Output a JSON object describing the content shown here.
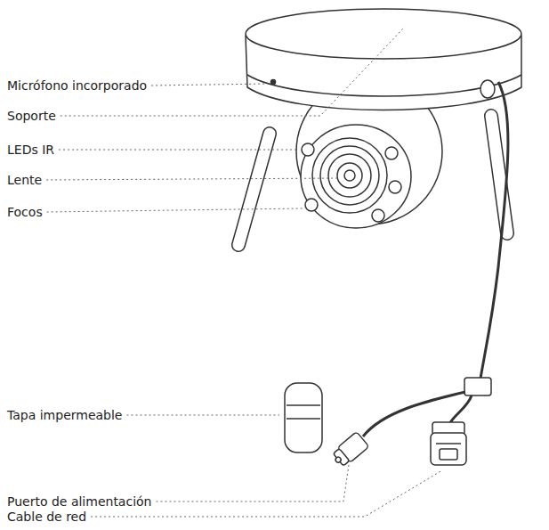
{
  "diagram": {
    "labels": [
      "Micrófono incorporado",
      "Soporte",
      "LEDs IR",
      "Lente",
      "Focos",
      "Tapa impermeable",
      "Puerto de alimentación",
      "Cable de red"
    ]
  }
}
